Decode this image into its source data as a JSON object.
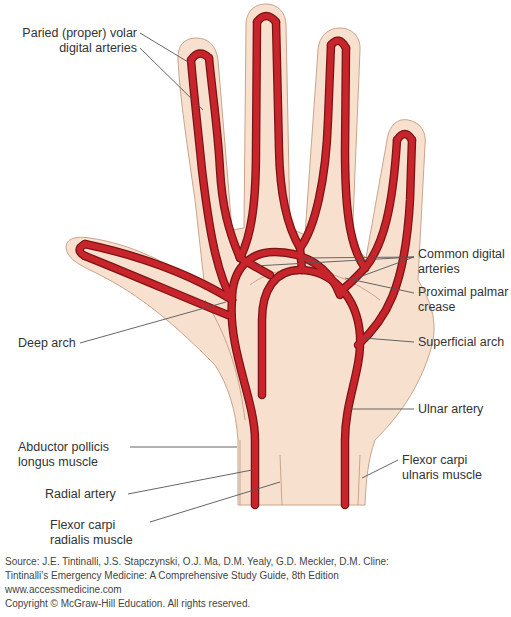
{
  "diagram": {
    "labels": [
      "Paried (proper) volar digital arteries",
      "Common digital arteries",
      "Proximal palmar crease",
      "Deep arch",
      "Superficial arch",
      "Ulnar artery",
      "Abductor pollicis longus muscle",
      "Radial artery",
      "Flexor carpi ulnaris muscle",
      "Flexor carpi radialis muscle",
      "Source: J.E. Tintinalli, J.S. Stapczynski, O.J. Ma, D.M. Yealy, G.D. Meckler, D.M. Cline:",
      "Tintinalli's Emergency Medicine: A Comprehensive Study Guide, 8th Edition",
      "www.accessmedicine.com",
      "Copyright © McGraw-Hill Education. All rights reserved."
    ]
  }
}
